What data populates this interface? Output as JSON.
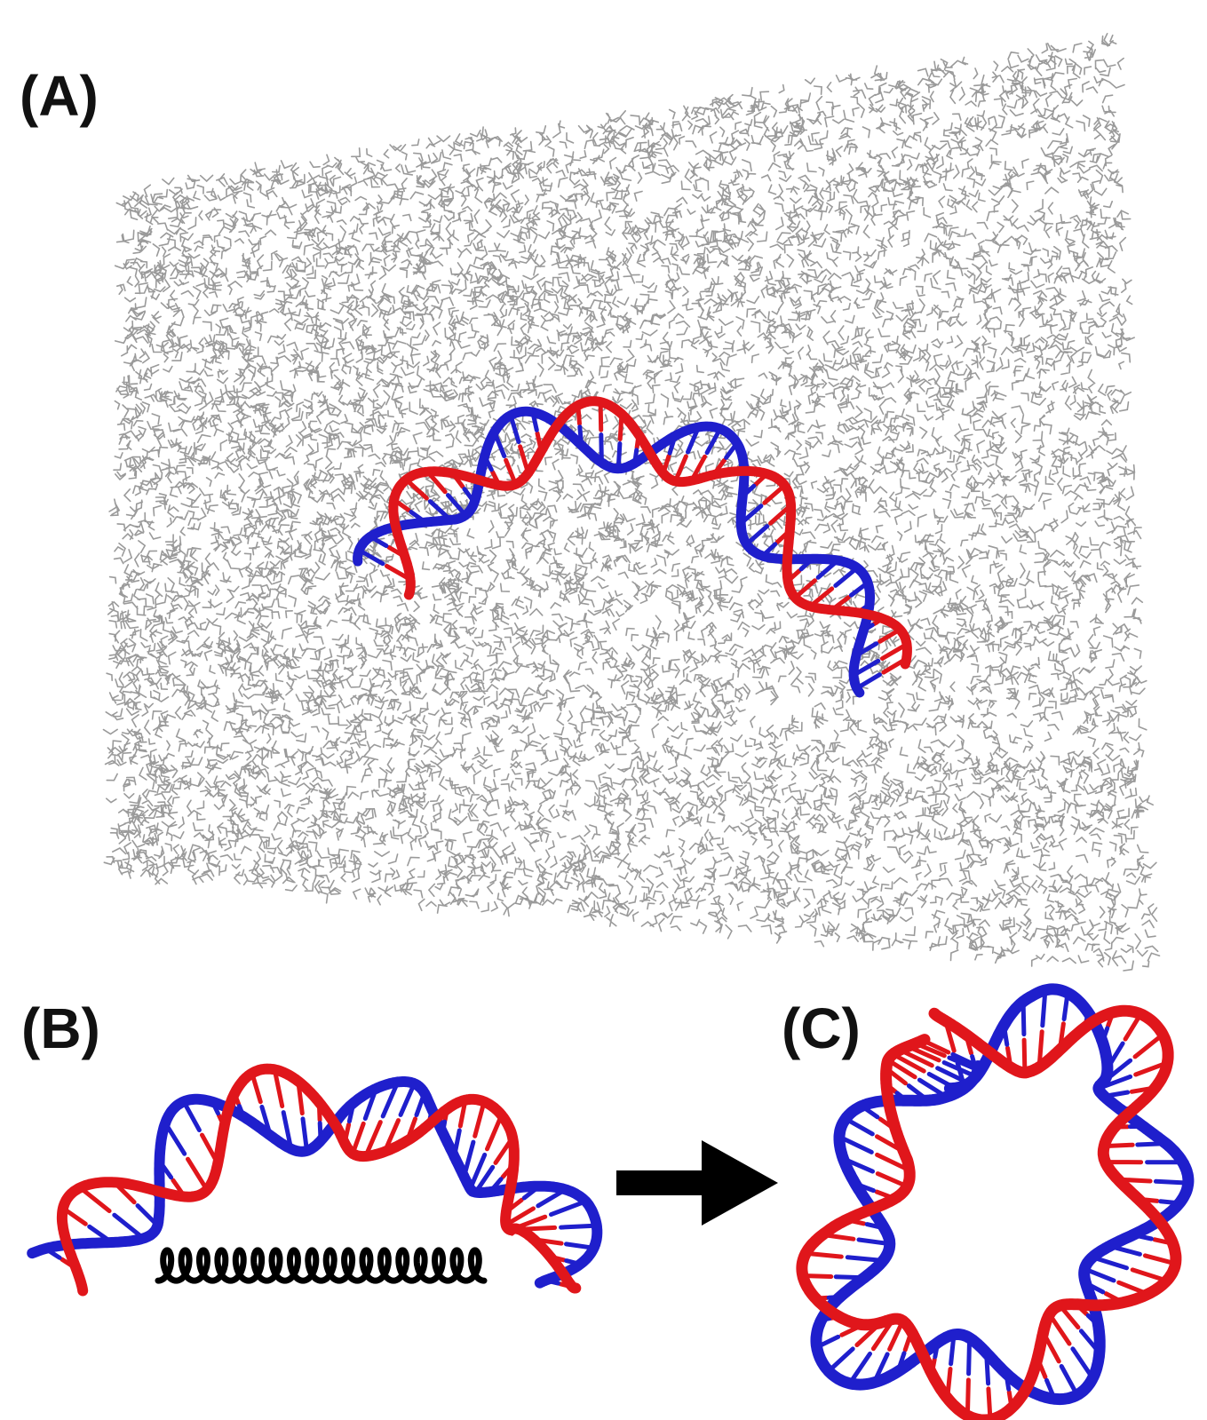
{
  "panels": {
    "a": {
      "label": "(A)"
    },
    "b": {
      "label": "(B)"
    },
    "c": {
      "label": "(C)"
    }
  },
  "colors": {
    "strand_1": "#e0161b",
    "strand_2": "#1f1fcc",
    "water": "#9a9a9a",
    "spring": "#000000",
    "arrow": "#000000"
  },
  "icons": {
    "transition": "right-arrow-icon",
    "restraint": "spring-icon"
  }
}
